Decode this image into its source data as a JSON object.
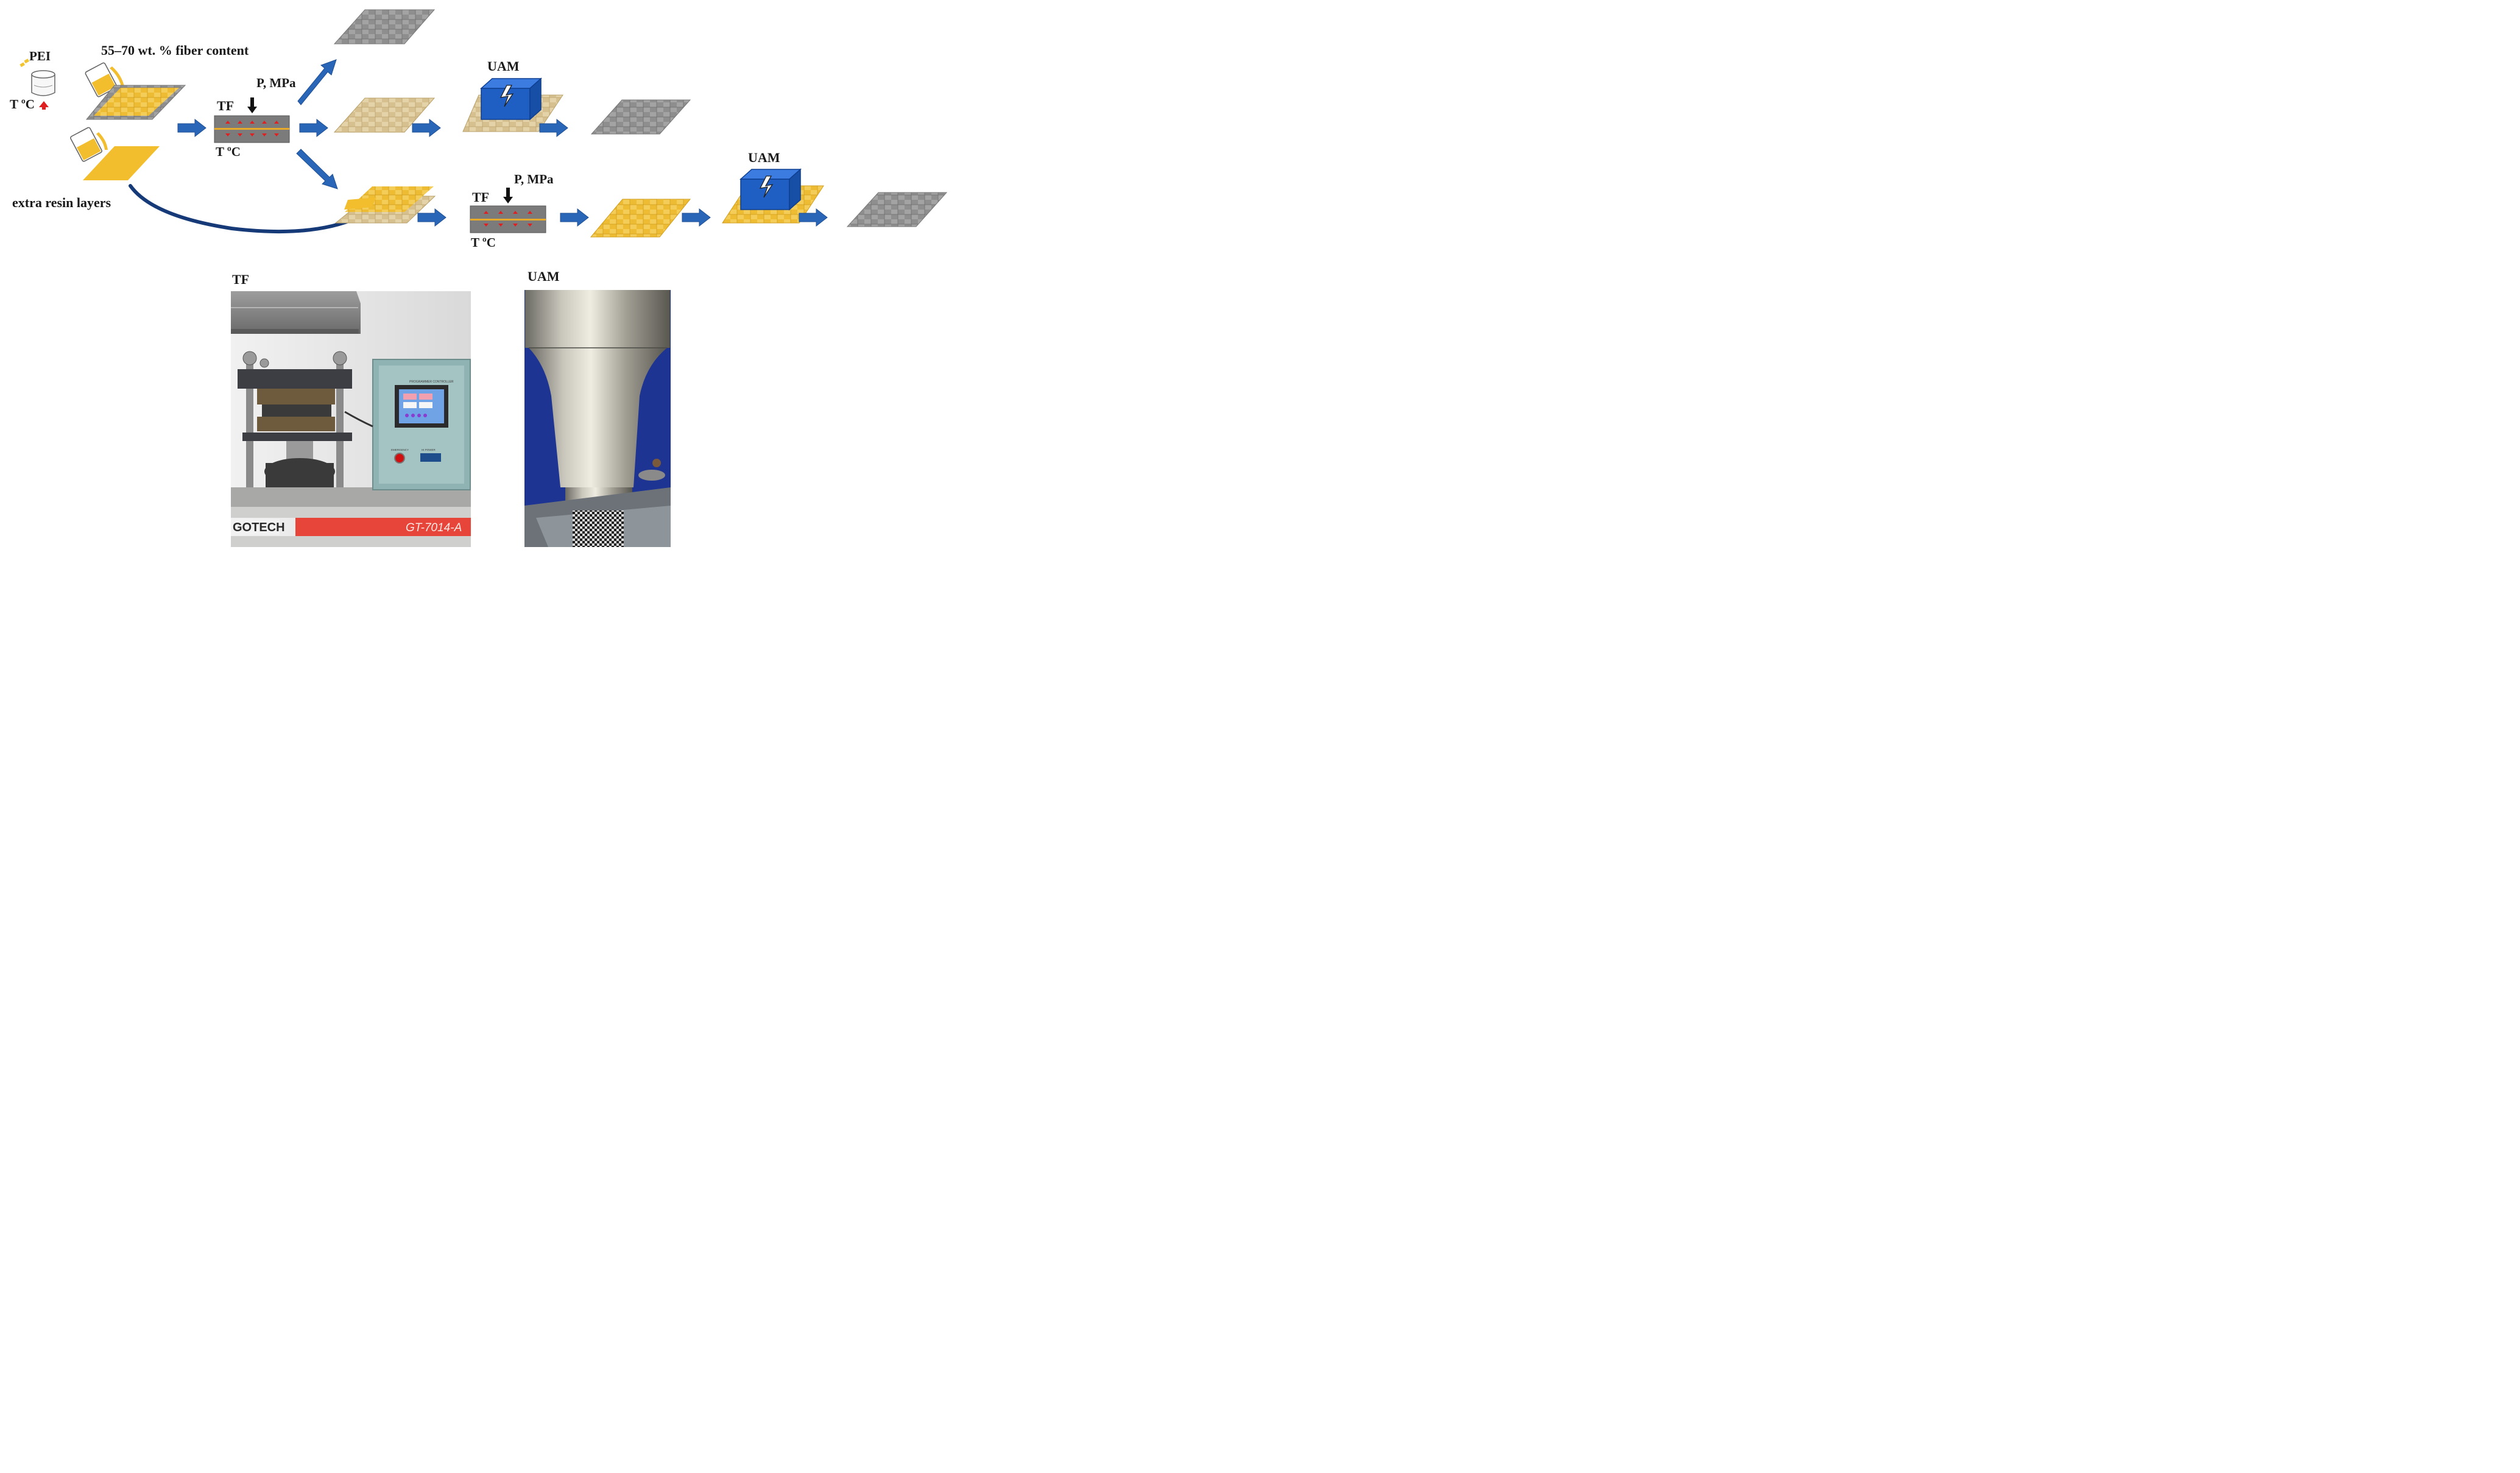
{
  "labels": {
    "pei": "PEI",
    "temp_top_left": "T ºC",
    "fiber_content": "55–70 wt. % fiber content",
    "extra_resin": "extra resin layers",
    "tf_top": "TF",
    "temp_top_press": "T ºC",
    "pressure_top": "P, MPa",
    "uam_top": "UAM",
    "tf_bottom": "TF",
    "temp_bottom_press": "T ºC",
    "pressure_bottom": "P, MPa",
    "uam_bottom": "UAM",
    "photo_tf": "TF",
    "photo_uam": "UAM"
  },
  "photo_tf_text": {
    "brand": "GOTECH",
    "model": "GT-7014-A",
    "panel_title": "PROGRAMMER CONTROLLER",
    "emergency": "EMERGENCY",
    "power": "HI POWER"
  },
  "colors": {
    "arrow_blue": "#2a66b8",
    "arrow_edge": "#1d4f93",
    "curve_navy": "#163a78",
    "resin_yellow": "#f2be2e",
    "prepreg_beige": "#d8c291",
    "composite_gray": "#8a8a8a",
    "uam_blue": "#1f5fc4",
    "press_gray": "#7b7b7b",
    "heat_red": "#e02020"
  }
}
